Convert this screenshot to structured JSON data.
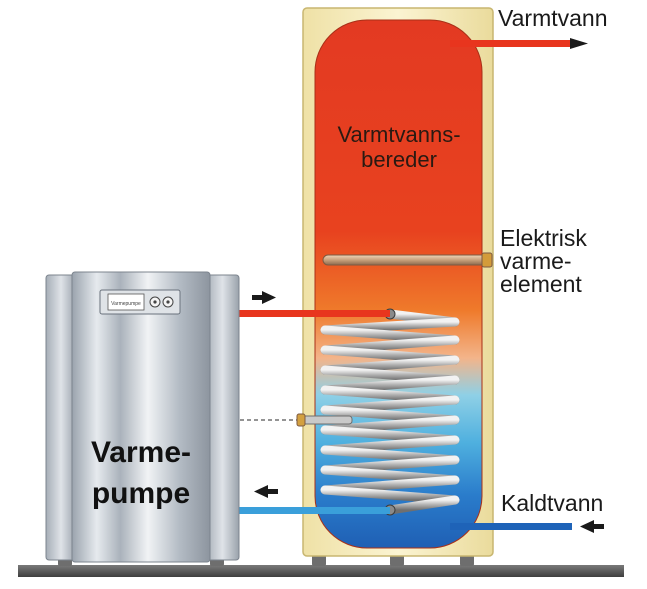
{
  "labels": {
    "hot_water": "Varmtvann",
    "tank_line1": "Varmtvanns-",
    "tank_line2": "bereder",
    "heater_line1": "Elektrisk",
    "heater_line2": "varme-",
    "heater_line3": "element",
    "cold_water": "Kaldtvann",
    "pump_line1": "Varme-",
    "pump_line2": "pumpe"
  },
  "colors": {
    "hot": "#e8351e",
    "warm": "#f08a2a",
    "cool": "#4fb0df",
    "cold": "#1e63b8",
    "casing": "#f6ecc0",
    "pump_metal": "#c5ccd4",
    "floor": "#5d5d5d",
    "arrow": "#1a1a1a"
  },
  "pump_panel": {
    "display_text": "Varmepumpe"
  }
}
